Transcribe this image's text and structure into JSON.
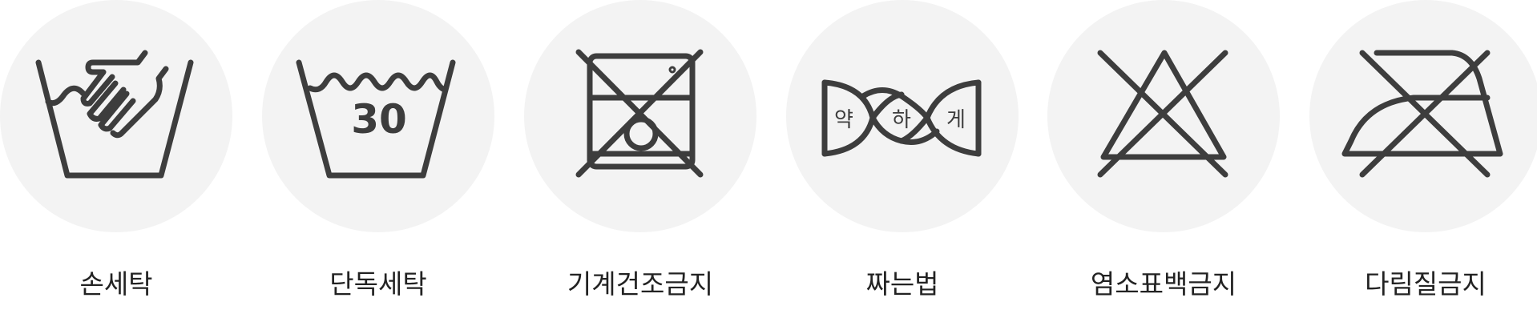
{
  "colors": {
    "icon_stroke": "#3d3d3d",
    "circle_bg": "#f3f3f3",
    "label_text": "#222222"
  },
  "items": [
    {
      "icon": "hand-wash-icon",
      "label": "손세탁"
    },
    {
      "icon": "wash-30-icon",
      "label": "단독세탁",
      "temperature": "30"
    },
    {
      "icon": "no-tumble-dry-icon",
      "label": "기계건조금지"
    },
    {
      "icon": "gentle-wring-icon",
      "label": "짜는법",
      "glyphs": [
        "약",
        "하",
        "게"
      ]
    },
    {
      "icon": "no-bleach-icon",
      "label": "염소표백금지"
    },
    {
      "icon": "no-iron-icon",
      "label": "다림질금지"
    }
  ]
}
